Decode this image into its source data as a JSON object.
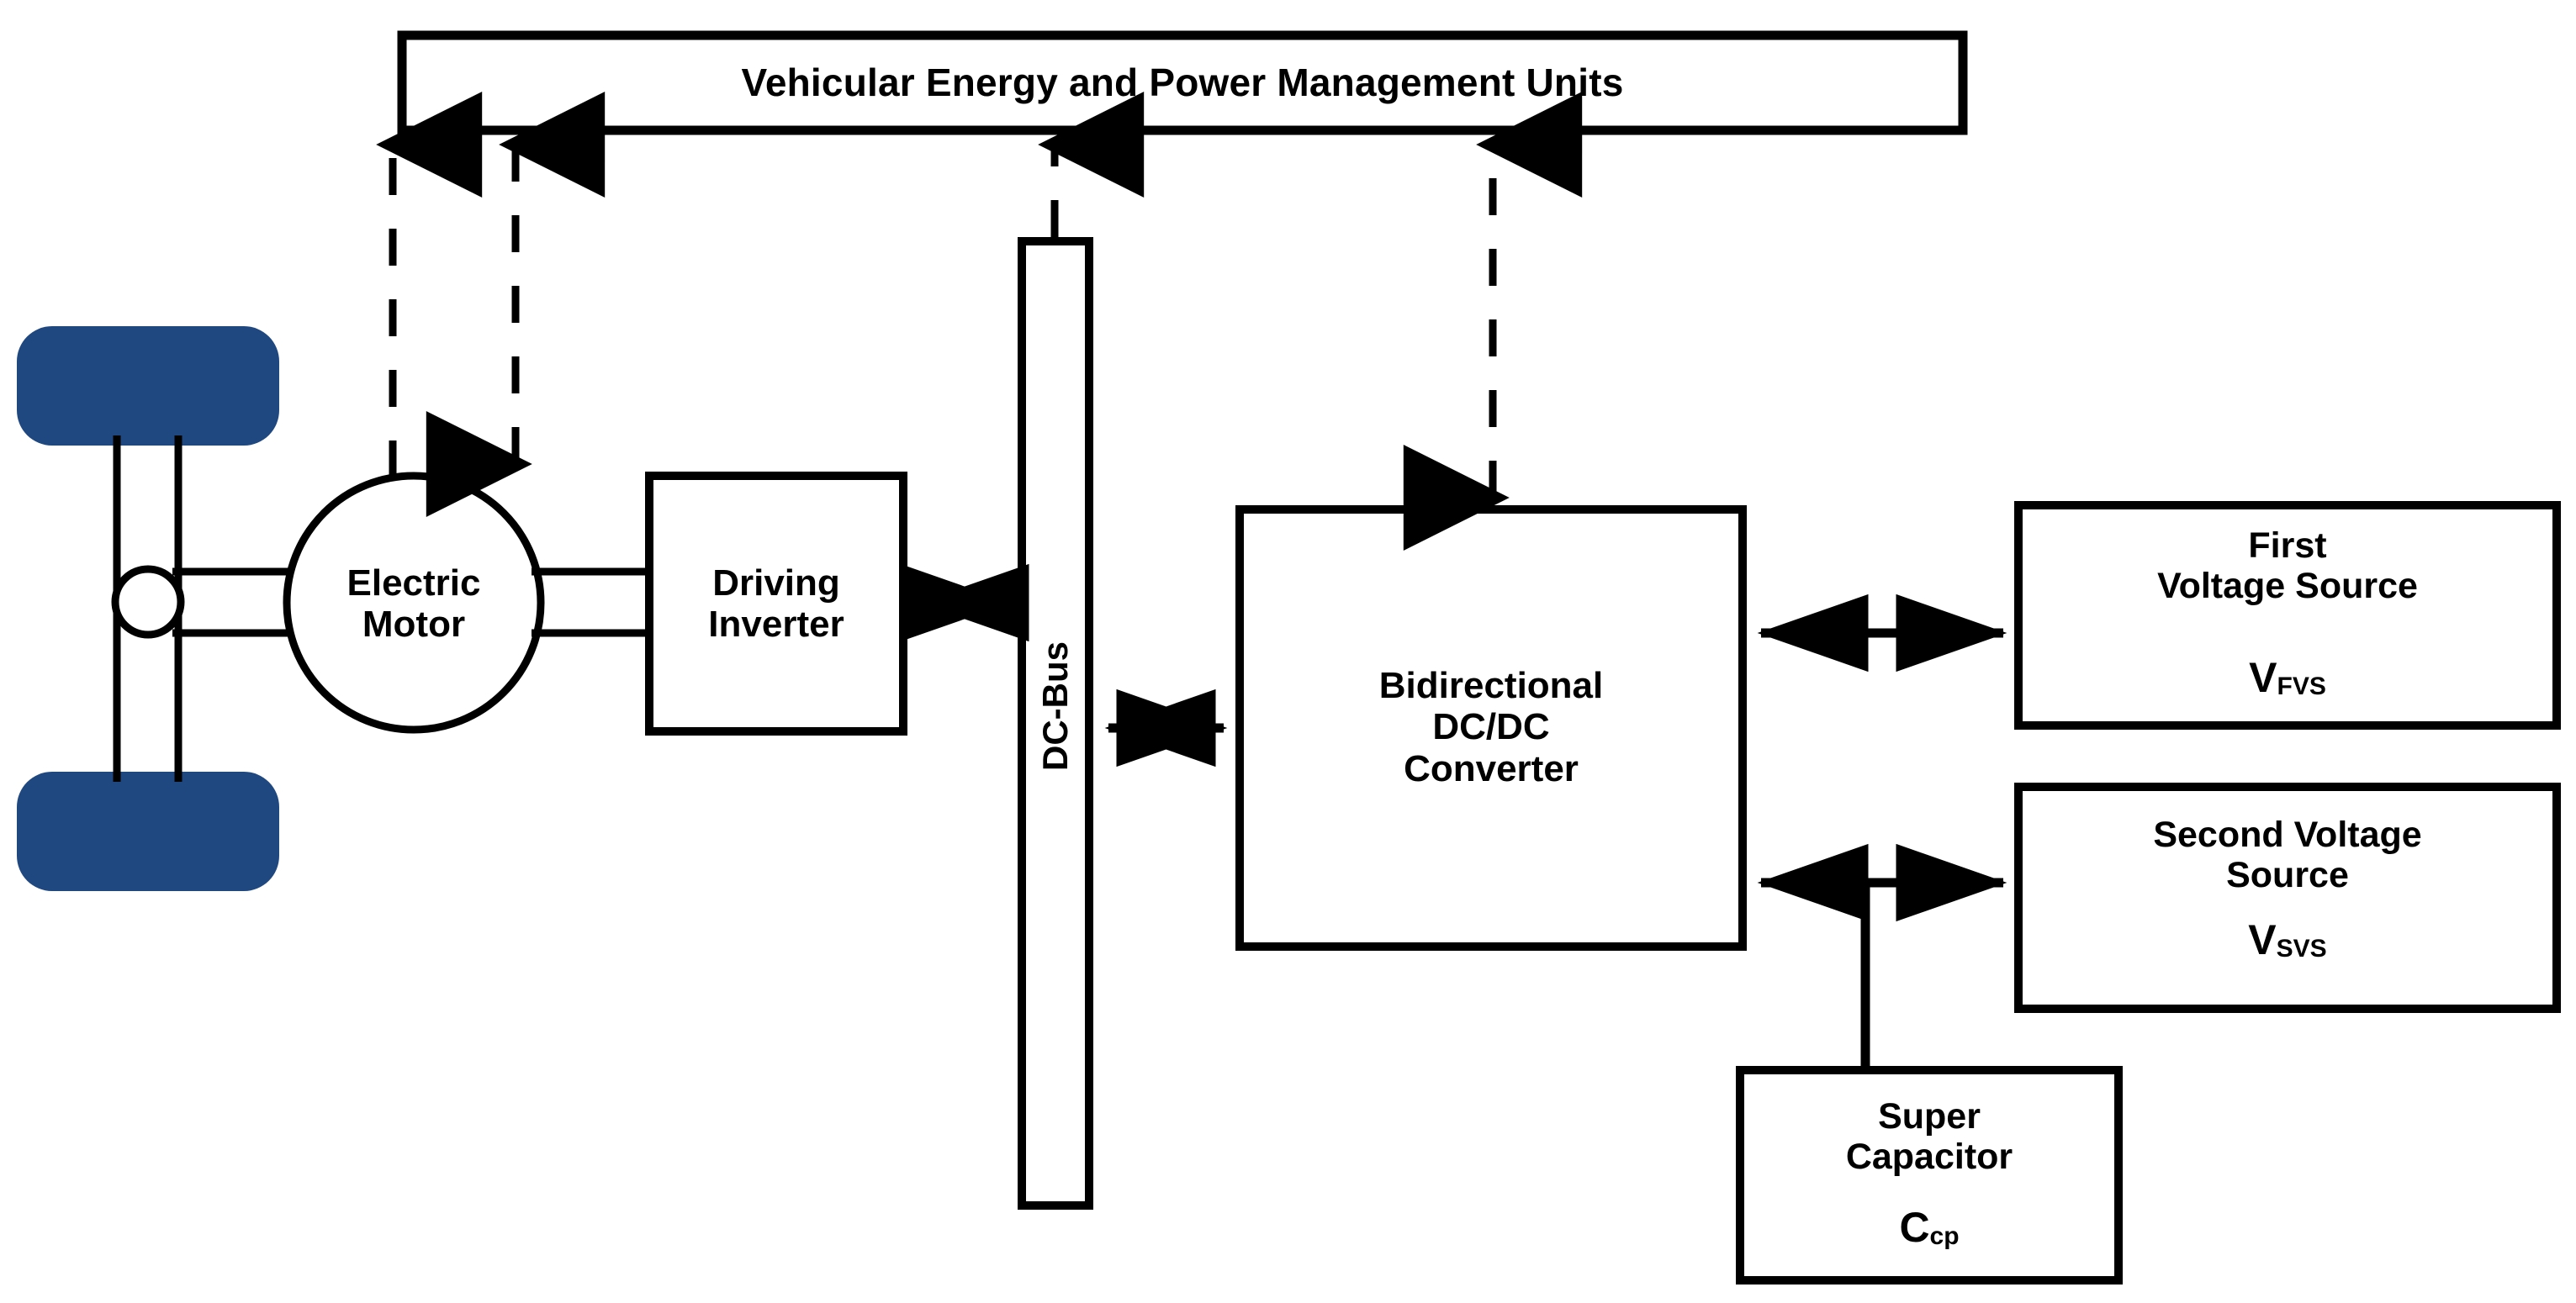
{
  "diagram": {
    "title": "Vehicular Energy and Power Management Units",
    "colors": {
      "wheel_blue": "#1F4880",
      "stroke_black": "#000000",
      "background": "#FFFFFF"
    },
    "blocks": {
      "management_units": {
        "label": "Vehicular Energy and Power Management Units"
      },
      "electric_motor": {
        "line1": "Electric",
        "line2": "Motor"
      },
      "driving_inverter": {
        "line1": "Driving",
        "line2": "Inverter"
      },
      "dc_bus": {
        "label": "DC-Bus"
      },
      "bidirectional_converter": {
        "line1": "Bidirectional",
        "line2": "DC/DC",
        "line3": "Converter"
      },
      "first_voltage_source": {
        "line1": "First",
        "line2": "Voltage Source",
        "symbol_base": "V",
        "symbol_sub": "FVS"
      },
      "second_voltage_source": {
        "line1": "Second Voltage",
        "line2": "Source",
        "symbol_base": "V",
        "symbol_sub": "SVS"
      },
      "super_capacitor": {
        "line1": "Super",
        "line2": "Capacitor",
        "symbol_base": "C",
        "symbol_sub": "cp"
      }
    },
    "icons": {
      "front_wheel": "wheel-icon",
      "rear_wheel": "wheel-icon",
      "differential": "differential-gear-icon",
      "motor_circle": "electric-motor-circle-icon"
    },
    "connections": [
      {
        "name": "management-to-motor",
        "style": "dashed",
        "heads": "up"
      },
      {
        "name": "management-to-inverter",
        "style": "dashed",
        "heads": "both"
      },
      {
        "name": "management-to-dcbus",
        "style": "dashed",
        "heads": "up"
      },
      {
        "name": "management-to-converter",
        "style": "dashed",
        "heads": "both"
      },
      {
        "name": "motor-to-inverter",
        "style": "solid",
        "heads": "none"
      },
      {
        "name": "inverter-to-dcbus",
        "style": "solid",
        "heads": "both"
      },
      {
        "name": "dcbus-to-converter",
        "style": "solid",
        "heads": "both"
      },
      {
        "name": "converter-to-first-vs",
        "style": "solid",
        "heads": "both"
      },
      {
        "name": "converter-to-second-vs",
        "style": "solid",
        "heads": "both"
      },
      {
        "name": "supercap-tap",
        "style": "solid",
        "heads": "none"
      },
      {
        "name": "axle-to-differential",
        "style": "solid",
        "heads": "none"
      }
    ]
  }
}
